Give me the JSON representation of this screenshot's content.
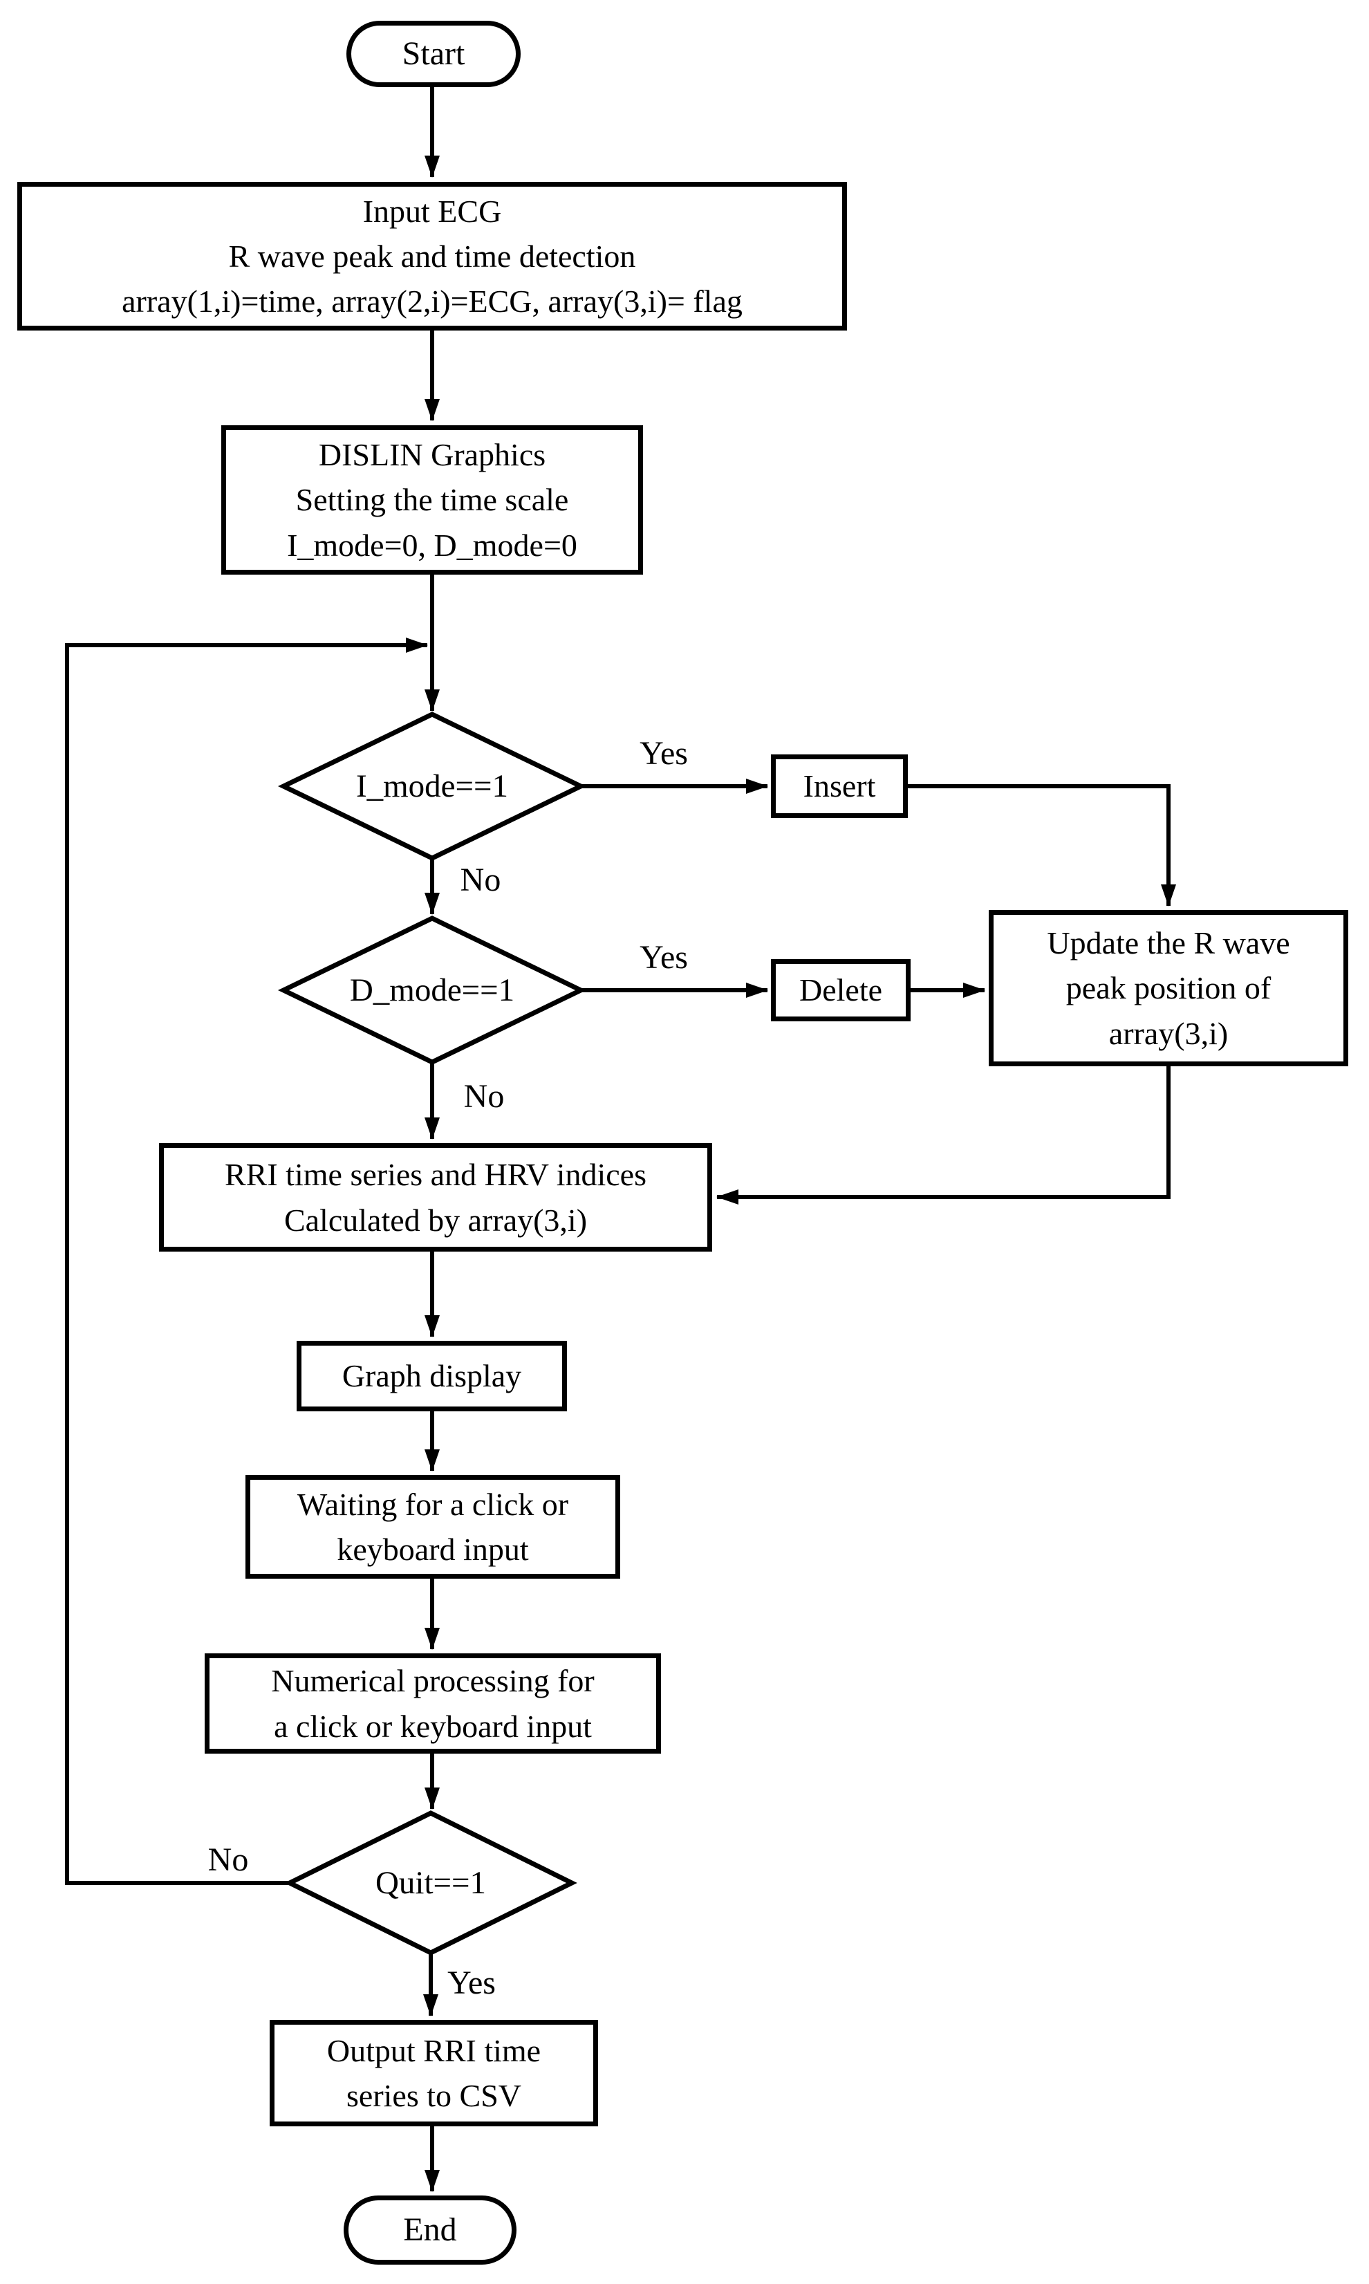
{
  "flowchart": {
    "colors": {
      "background": "#ffffff",
      "line": "#000000",
      "text": "#000000"
    },
    "nodes": {
      "start": {
        "type": "terminator",
        "label": "Start"
      },
      "input_ecg": {
        "type": "process",
        "lines": [
          "Input ECG",
          "R wave peak and time detection",
          "array(1,i)=time, array(2,i)=ECG, array(3,i)= flag"
        ]
      },
      "dislin_setup": {
        "type": "process",
        "lines": [
          "DISLIN Graphics",
          "Setting the time scale",
          "I_mode=0, D_mode=0"
        ]
      },
      "i_mode_decision": {
        "type": "decision",
        "label": "I_mode==1"
      },
      "insert": {
        "type": "process",
        "label": "Insert"
      },
      "d_mode_decision": {
        "type": "decision",
        "label": "D_mode==1"
      },
      "delete": {
        "type": "process",
        "label": "Delete"
      },
      "update_peak": {
        "type": "process",
        "lines": [
          "Update the R wave",
          "peak position of",
          "array(3,i)"
        ]
      },
      "rri_hrv": {
        "type": "process",
        "lines": [
          "RRI time series and HRV indices",
          "Calculated by array(3,i)"
        ]
      },
      "graph_display": {
        "type": "process",
        "label": "Graph display"
      },
      "wait_input": {
        "type": "process",
        "lines": [
          "Waiting for a click or",
          "keyboard input"
        ]
      },
      "numerical_processing": {
        "type": "process",
        "lines": [
          "Numerical processing for",
          "a click or keyboard input"
        ]
      },
      "quit_decision": {
        "type": "decision",
        "label": "Quit==1"
      },
      "output_csv": {
        "type": "process",
        "lines": [
          "Output RRI time",
          "series to CSV"
        ]
      },
      "end": {
        "type": "terminator",
        "label": "End"
      }
    },
    "edge_labels": {
      "i_mode_yes": "Yes",
      "i_mode_no": "No",
      "d_mode_yes": "Yes",
      "d_mode_no": "No",
      "quit_no": "No",
      "quit_yes": "Yes"
    }
  }
}
